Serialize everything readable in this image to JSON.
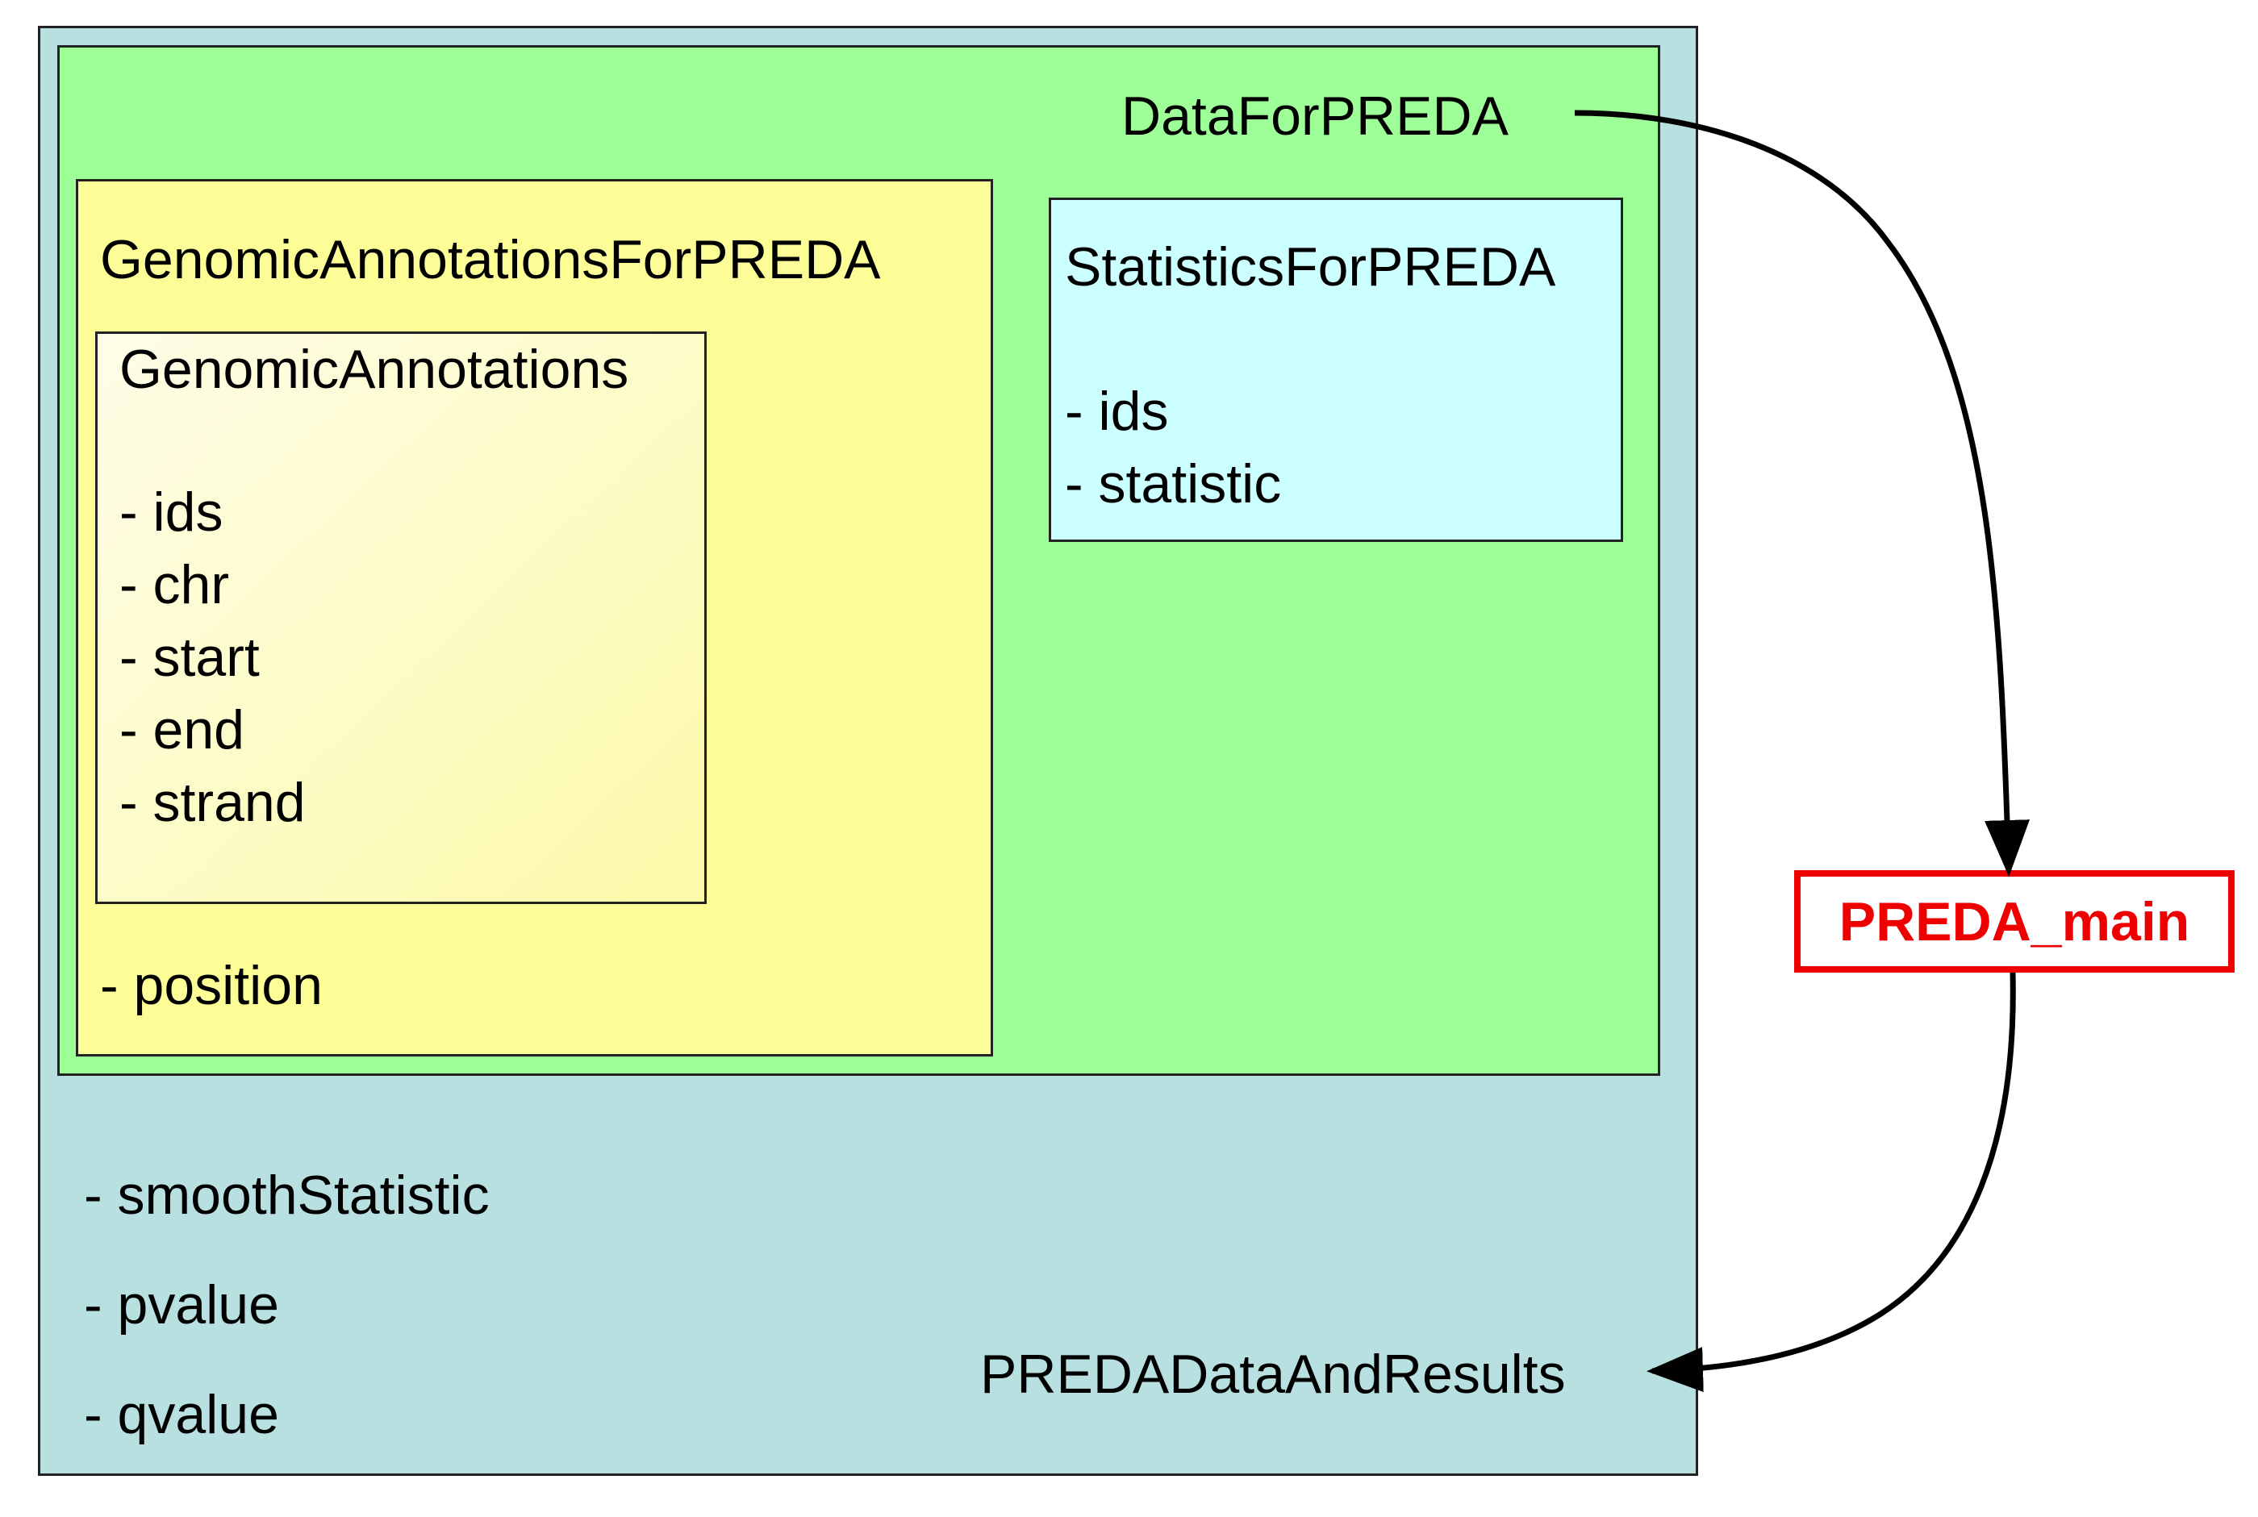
{
  "colors": {
    "outer_fill": "#b9e0e1",
    "data_fill": "#9eff99",
    "genomic_fill": "#fdfd98",
    "stats_fill": "#ccffff",
    "main_border": "#ee0000",
    "main_text": "#ee0000",
    "arrow": "#000000"
  },
  "outer": {
    "title": "PREDADataAndResults",
    "fields": [
      "- smoothStatistic",
      "- pvalue",
      "- qvalue"
    ]
  },
  "data_for_preda": {
    "title": "DataForPREDA"
  },
  "genomic_annotations_for_preda": {
    "title": "GenomicAnnotationsForPREDA",
    "position_field": "- position"
  },
  "genomic_annotations": {
    "title": "GenomicAnnotations",
    "fields": [
      "- ids",
      "- chr",
      "- start",
      "- end",
      "- strand"
    ]
  },
  "statistics_for_preda": {
    "title": "StatisticsForPREDA",
    "fields": [
      "- ids",
      "- statistic"
    ]
  },
  "preda_main": {
    "label": "PREDA_main"
  }
}
